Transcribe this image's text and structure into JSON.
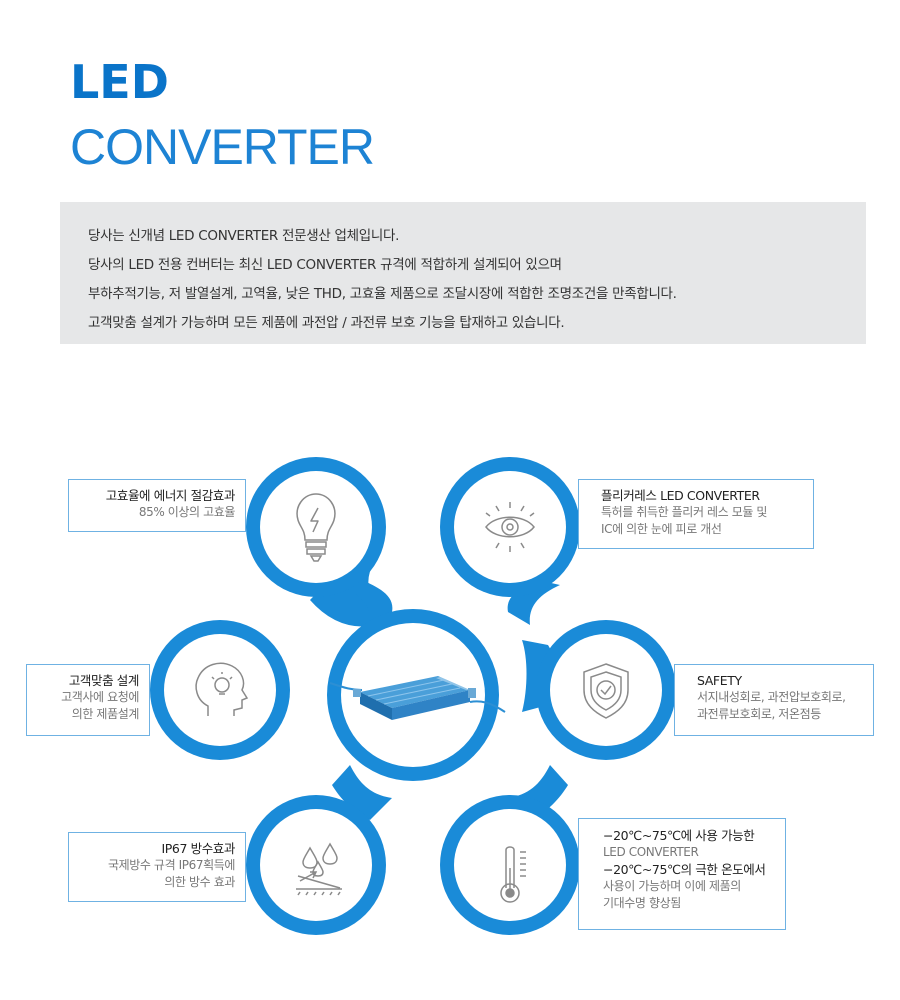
{
  "title": {
    "line1": "LED",
    "line2": "CONVERTER"
  },
  "intro": {
    "lines": [
      "당사는 신개념 LED CONVERTER 전문생산 업체입니다.",
      "당사의 LED 전용 컨버터는 최신 LED CONVERTER 규격에 적합하게 설계되어 있으며",
      "부하추적기능, 저 발열설계, 고역율, 낮은 THD, 고효율 제품으로 조달시장에 적합한 조명조건을 만족합니다.",
      "고객맞춤 설계가 가능하며 모든 제품에 과전압 / 과전류 보호 기능을 탑재하고 있습니다."
    ]
  },
  "features": {
    "efficiency": {
      "icon": "lightbulb-icon",
      "title": "고효율에 에너지 절감효과",
      "lines": [
        "85% 이상의 고효율"
      ]
    },
    "flicker": {
      "icon": "eye-icon",
      "title": "플리커레스 LED CONVERTER",
      "lines": [
        "특허를 취득한 플리커 레스 모듈 및",
        "IC에 의한 눈에 피로 개선"
      ]
    },
    "custom": {
      "icon": "head-lightbulb-icon",
      "title": "고객맞춤 설계",
      "lines": [
        "고객사에 요청에",
        "의한 제품설계"
      ]
    },
    "safety": {
      "icon": "shield-check-icon",
      "title": "SAFETY",
      "lines": [
        "서지내성회로, 과전압보호회로,",
        "과전류보호회로, 저온점등"
      ]
    },
    "waterproof": {
      "icon": "water-drops-icon",
      "title": "IP67  방수효과",
      "lines": [
        "국제방수 규격 IP67획득에",
        "의한 방수 효과"
      ]
    },
    "temperature": {
      "icon": "thermometer-icon",
      "lines": [
        "−20℃~75℃에 사용 가능한",
        "LED CONVERTER",
        "−20℃~75℃의 극한 온도에서",
        "사용이 가능하며 이에 제품의",
        "기대수명 향상됨"
      ]
    }
  },
  "colors": {
    "accent": "#1a8bd8",
    "title": "#0a74c9",
    "intro_bg": "#e6e7e8"
  }
}
